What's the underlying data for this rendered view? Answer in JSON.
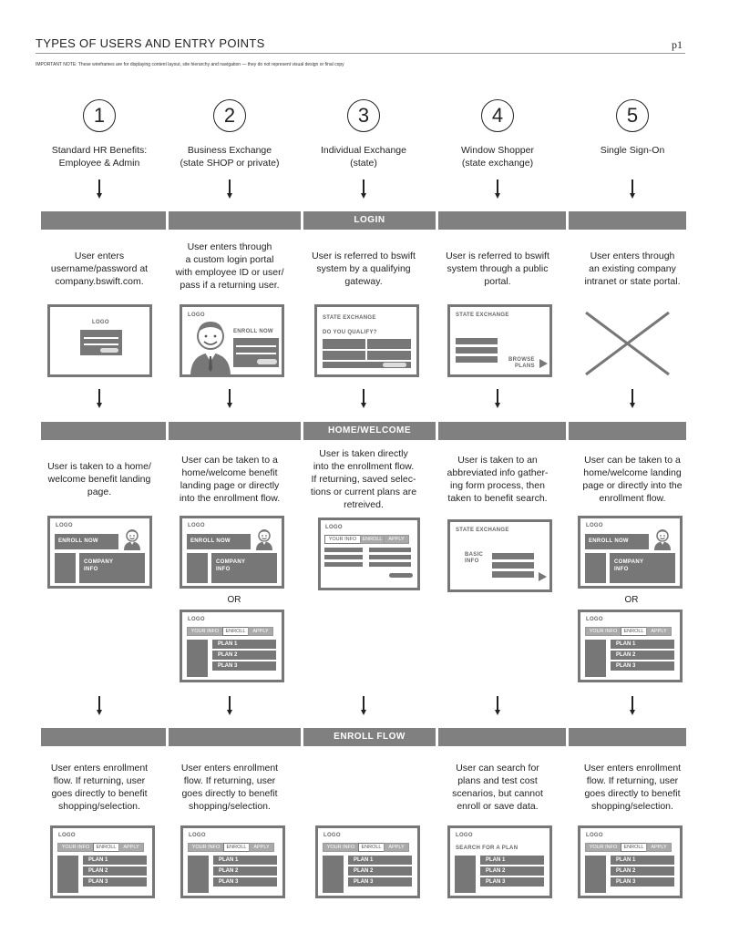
{
  "header": {
    "title": "TYPES OF USERS AND ENTRY POINTS",
    "page": "p1",
    "note": "IMPORTANT NOTE: These wireframes are for displaying content layout, site hierarchy and navigation — they do not represent visual design or final copy"
  },
  "columns": [
    {
      "num": "1",
      "title1": "Standard HR Benefits:",
      "title2": "Employee & Admin"
    },
    {
      "num": "2",
      "title1": "Business Exchange",
      "title2": "(state SHOP or private)"
    },
    {
      "num": "3",
      "title1": "Individual Exchange",
      "title2": "(state)"
    },
    {
      "num": "4",
      "title1": "Window Shopper",
      "title2": "(state exchange)"
    },
    {
      "num": "5",
      "title1": "Single Sign-On",
      "title2": ""
    }
  ],
  "bands": {
    "login": "LOGIN",
    "home": "HOME/WELCOME",
    "enroll": "ENROLL FLOW"
  },
  "login_desc": [
    [
      "User enters",
      "username/password at",
      "company.bswift.com."
    ],
    [
      "User enters through",
      "a custom login portal",
      "with employee ID or user/",
      "pass if a returning user."
    ],
    [
      "User is referred to bswift",
      "system by a qualifying",
      "gateway."
    ],
    [
      "User is referred to bswift",
      "system through a public",
      "portal."
    ],
    [
      "User enters through",
      "an existing company",
      "intranet or state portal."
    ]
  ],
  "home_desc": [
    [
      "User is taken to a home/",
      "welcome benefit landing",
      "page."
    ],
    [
      "User can be taken to a",
      "home/welcome benefit",
      "landing page or directly",
      "into the enrollment flow."
    ],
    [
      "User is taken directly",
      "into the enrollment flow.",
      "If returning, saved selec-",
      "tions or current plans are",
      "retreived."
    ],
    [
      "User is taken to an",
      "abbreviated info gather-",
      "ing form process, then",
      "taken to benefit search."
    ],
    [
      "User can be taken to a",
      "home/welcome landing",
      "page or directly into the",
      "enrollment flow."
    ]
  ],
  "enroll_desc": [
    [
      "User enters enrollment",
      "flow. If returning, user",
      "goes directly to benefit",
      "shopping/selection."
    ],
    [
      "User enters enrollment",
      "flow. If returning, user",
      "goes directly to benefit",
      "shopping/selection."
    ],
    [],
    [
      "User can search for",
      "plans and test cost",
      "scenarios, but cannot",
      "enroll or save data."
    ],
    [
      "User enters enrollment",
      "flow. If returning, user",
      "goes directly to benefit",
      "shopping/selection."
    ]
  ],
  "or_label": "OR",
  "wf": {
    "logo": "LOGO",
    "enroll_now": "ENROLL NOW",
    "state_exchange": "STATE EXCHANGE",
    "do_you_qualify": "DO YOU QUALIFY?",
    "browse1": "BROWSE",
    "browse2": "PLANS",
    "company1": "COMPANY",
    "company2": "INFO",
    "basic1": "BASIC",
    "basic2": "INFO",
    "your_info": "YOUR INFO",
    "enroll": "ENROLL",
    "apply": "APPLY",
    "plan1": "PLAN 1",
    "plan2": "PLAN 2",
    "plan3": "PLAN 3",
    "search_plan": "SEARCH FOR A PLAN"
  }
}
